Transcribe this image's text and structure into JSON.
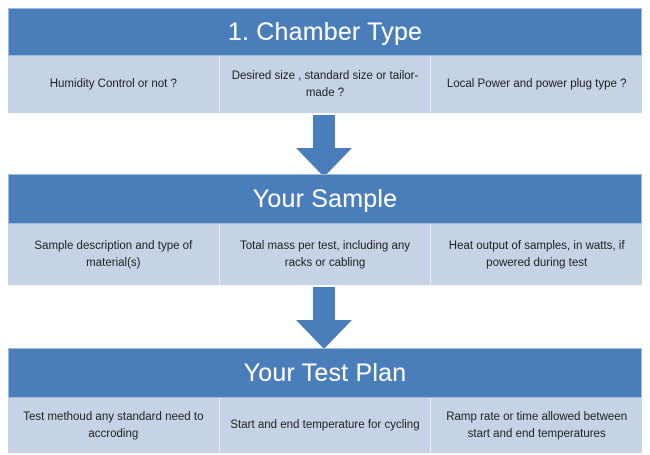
{
  "diagram": {
    "title_colors": {
      "header_blue": "#4a7ebb",
      "cell_light_blue": "#c6d3e6",
      "header_text": "#ffffff",
      "cell_text": "#1d1d1d",
      "arrow_blue": "#4a7ebb"
    },
    "stages": [
      {
        "title": "1. Chamber Type",
        "cells": [
          "Humidity Control or not ?",
          "Desired size , standard size or tailor-made ?",
          "Local Power and power plug type ?"
        ]
      },
      {
        "title": "Your Sample",
        "cells": [
          "Sample description and type of material(s)",
          "Total mass per test, including any racks or cabling",
          "Heat output of samples, in watts, if powered during test"
        ]
      },
      {
        "title": "Your Test Plan",
        "cells": [
          "Test methoud any standard need to accroding",
          "Start and end  temperature for cycling",
          "Ramp rate or time allowed between start and end temperatures"
        ]
      }
    ],
    "connectors": [
      {
        "name": "arrow-chamber-to-sample",
        "direction": "down"
      },
      {
        "name": "arrow-sample-to-testplan",
        "direction": "down"
      }
    ]
  }
}
